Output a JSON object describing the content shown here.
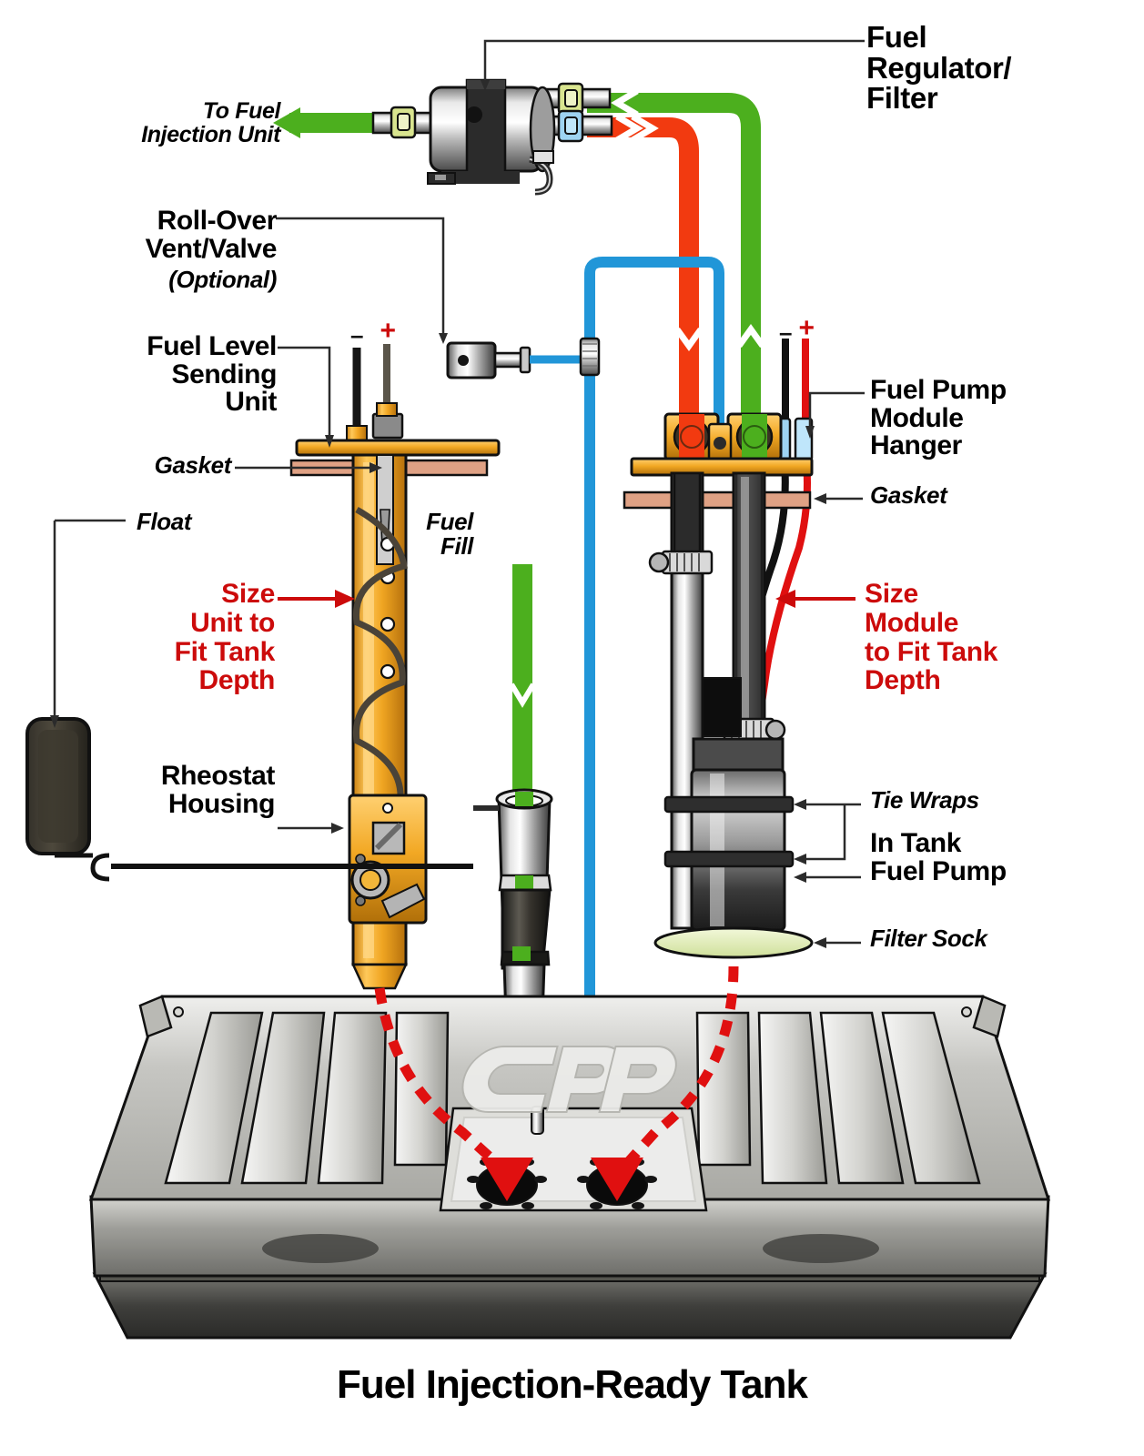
{
  "diagram": {
    "title": "Fuel Injection-Ready Tank",
    "brand_logo": "cpp"
  },
  "labels": {
    "fuel_regulator_filter": "Fuel\nRegulator/\nFilter",
    "to_fuel_injection_unit": "To Fuel\nInjection Unit",
    "roll_over_vent_valve": "Roll-Over\nVent/Valve",
    "roll_over_optional": "(Optional)",
    "fuel_level_sending_unit": "Fuel Level\nSending\nUnit",
    "gasket_left": "Gasket",
    "float": "Float",
    "rheostat_housing": "Rheostat\nHousing",
    "fuel_fill": "Fuel\nFill",
    "fuel_pump_module_hanger": "Fuel Pump\nModule\nHanger",
    "gasket_right": "Gasket",
    "tie_wraps": "Tie Wraps",
    "in_tank_fuel_pump": "In Tank\nFuel Pump",
    "filter_sock": "Filter Sock",
    "size_unit_note": "Size\nUnit to\nFit Tank\nDepth",
    "size_module_note": "Size\nModule\nto Fit Tank\nDepth",
    "terminal_negative_left": "–",
    "terminal_positive_left": "+",
    "terminal_negative_right": "–",
    "terminal_positive_right": "+"
  },
  "colors": {
    "supply_hose_green": "#4CAF1E",
    "return_hose_red": "#F23A10",
    "vent_line_blue": "#2196D8",
    "callout_red": "#CC0B0B",
    "brass_gold": "#E8A928",
    "gasket_salmon": "#DFA184",
    "tank_steel": "#C9C9C6",
    "wire_positive": "#E01010",
    "wire_negative": "#111111",
    "filter_sock_green": "#E4F0C4"
  }
}
